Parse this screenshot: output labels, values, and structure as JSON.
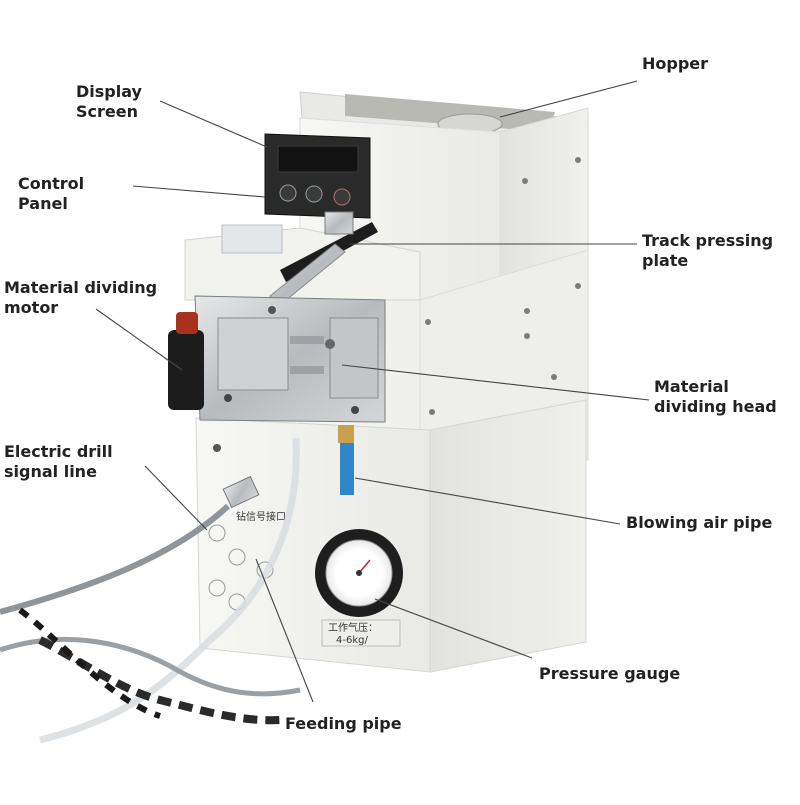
{
  "labels": {
    "display_screen": "Display\nScreen",
    "control_panel": "Control\nPanel",
    "material_dividing_motor": "Material dividing\nmotor",
    "electric_drill_signal_line": "Electric drill\nsignal line",
    "hopper": "Hopper",
    "track_pressing_plate": "Track pressing\nplate",
    "material_dividing_head": "Material\ndividing head",
    "blowing_air_pipe": "Blowing air pipe",
    "pressure_gauge": "Pressure gauge",
    "feeding_pipe": "Feeding pipe"
  },
  "machine": {
    "gauge_plate_text_1": "工作气压：",
    "gauge_plate_text_2": "4-6kg/",
    "side_label_text": "钻信号接口"
  },
  "colors": {
    "leader_line": "#444444",
    "body_white": "#f4f4f2",
    "body_shadow": "#dcdcd8",
    "display_panel": "#2a2a2a",
    "metal": "#c9cbcd",
    "cable_gray": "#8f9599",
    "air_pipe_blue": "#2f86c8"
  }
}
